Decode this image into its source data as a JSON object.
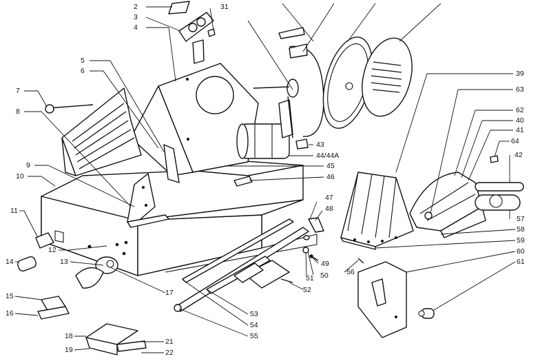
{
  "callouts": [
    {
      "id": "c2",
      "text": "2"
    },
    {
      "id": "c3",
      "text": "3"
    },
    {
      "id": "c4",
      "text": "4"
    },
    {
      "id": "c31",
      "text": "31"
    },
    {
      "id": "c5",
      "text": "5"
    },
    {
      "id": "c6",
      "text": "6"
    },
    {
      "id": "c7",
      "text": "7"
    },
    {
      "id": "c8",
      "text": "8"
    },
    {
      "id": "c9",
      "text": "9"
    },
    {
      "id": "c10",
      "text": "10"
    },
    {
      "id": "c11",
      "text": "11"
    },
    {
      "id": "c12",
      "text": "12"
    },
    {
      "id": "c13",
      "text": "13"
    },
    {
      "id": "c14",
      "text": "14"
    },
    {
      "id": "c15",
      "text": "15"
    },
    {
      "id": "c16",
      "text": "16"
    },
    {
      "id": "c17",
      "text": "17"
    },
    {
      "id": "c18",
      "text": "18"
    },
    {
      "id": "c19",
      "text": "19"
    },
    {
      "id": "c21",
      "text": "21"
    },
    {
      "id": "c22",
      "text": "22"
    },
    {
      "id": "c39",
      "text": "39"
    },
    {
      "id": "c63",
      "text": "63"
    },
    {
      "id": "c62",
      "text": "62"
    },
    {
      "id": "c40",
      "text": "40"
    },
    {
      "id": "c41",
      "text": "41"
    },
    {
      "id": "c64",
      "text": "64"
    },
    {
      "id": "c42",
      "text": "42"
    },
    {
      "id": "c43",
      "text": "43"
    },
    {
      "id": "c44",
      "text": "44/44A"
    },
    {
      "id": "c45",
      "text": "45"
    },
    {
      "id": "c46",
      "text": "46"
    },
    {
      "id": "c47",
      "text": "47"
    },
    {
      "id": "c48",
      "text": "48"
    },
    {
      "id": "c49",
      "text": "49"
    },
    {
      "id": "c50",
      "text": "50"
    },
    {
      "id": "c51",
      "text": "51"
    },
    {
      "id": "c52",
      "text": "52"
    },
    {
      "id": "c53",
      "text": "53"
    },
    {
      "id": "c54",
      "text": "54"
    },
    {
      "id": "c55",
      "text": "55"
    },
    {
      "id": "c56",
      "text": "56"
    },
    {
      "id": "c57",
      "text": "57"
    },
    {
      "id": "c58",
      "text": "58"
    },
    {
      "id": "c59",
      "text": "59"
    },
    {
      "id": "c60",
      "text": "60"
    },
    {
      "id": "c61",
      "text": "61"
    }
  ]
}
